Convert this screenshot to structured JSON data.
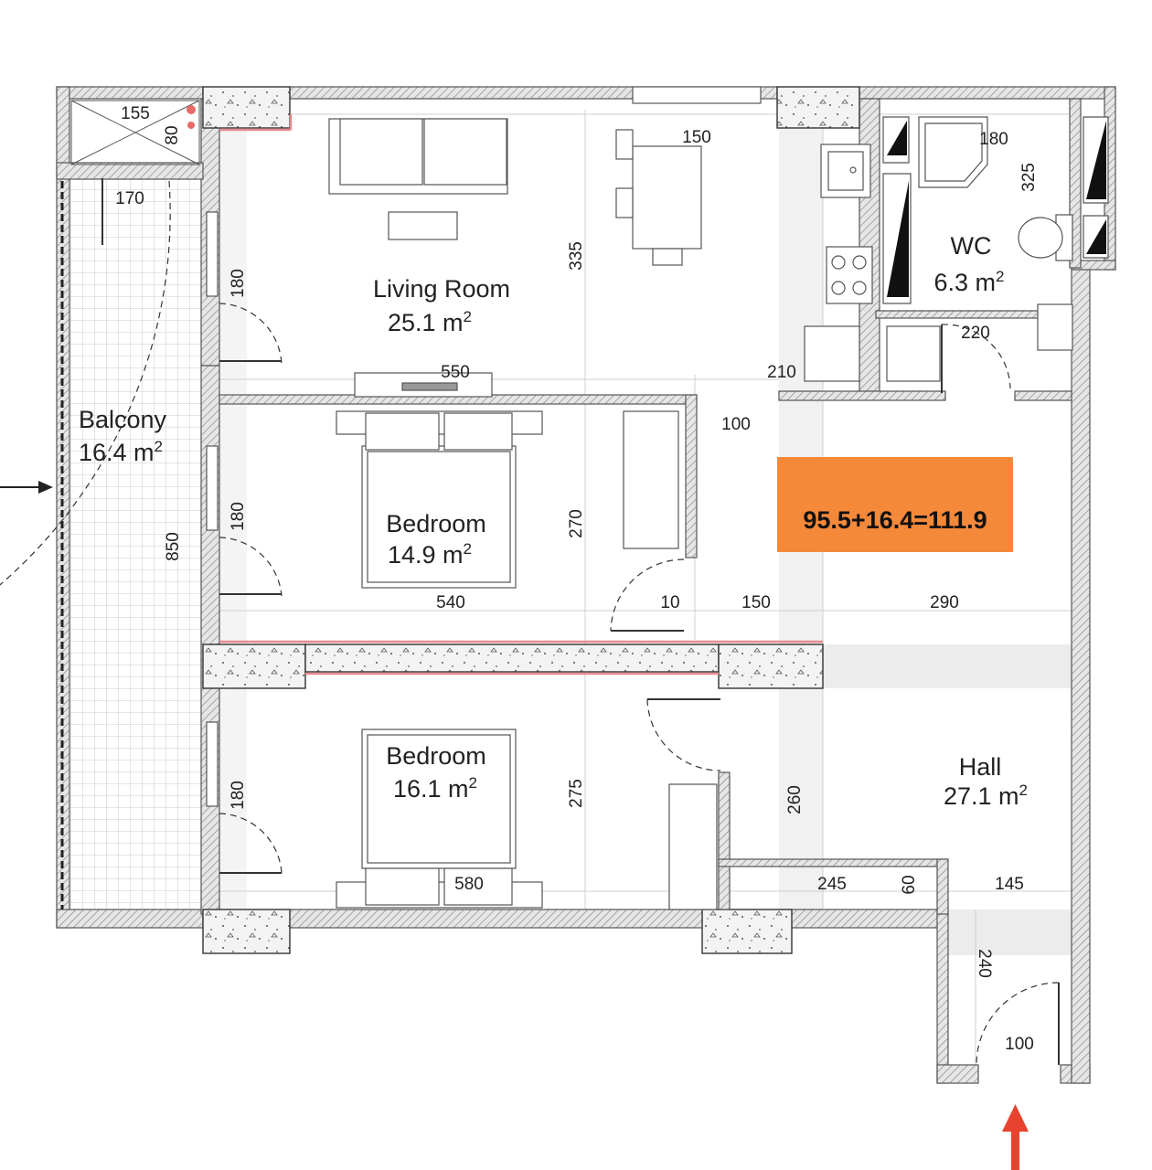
{
  "colors": {
    "wall_fill": "#d8d8d8",
    "wall_line": "#555555",
    "grid_line": "#bdbdbd",
    "balcony_tile": "#9a9a9a",
    "highlight_box": "#f5893a",
    "arrow_red": "#e8432e",
    "pink_line": "#e88a8a",
    "text": "#222222"
  },
  "rooms": {
    "living_room": {
      "name": "Living Room",
      "area_value": "25.1 m",
      "unit_sup": "2"
    },
    "bedroom_1": {
      "name": "Bedroom",
      "area_value": "14.9 m",
      "unit_sup": "2"
    },
    "bedroom_2": {
      "name": "Bedroom",
      "area_value": "16.1 m",
      "unit_sup": "2"
    },
    "balcony": {
      "name": "Balcony",
      "area_value": "16.4 m",
      "unit_sup": "2"
    },
    "wc": {
      "name": "WC",
      "area_value": "6.3 m",
      "unit_sup": "2"
    },
    "hall": {
      "name": "Hall",
      "area_value": "27.1 m",
      "unit_sup": "2"
    }
  },
  "total_area_box": {
    "text": "95.5+16.4=111.9"
  },
  "dimensions": {
    "d155": "155",
    "d80": "80",
    "d170": "170",
    "d150_top": "150",
    "d180_wc": "180",
    "d325": "325",
    "d335": "335",
    "d180_lr": "180",
    "d220": "220",
    "d550": "550",
    "d210": "210",
    "d100_mid": "100",
    "d850": "850",
    "d180_b1": "180",
    "d270": "270",
    "d540": "540",
    "d10": "10",
    "d150_mid": "150",
    "d290": "290",
    "d180_b2": "180",
    "d275": "275",
    "d260": "260",
    "d580": "580",
    "d245": "245",
    "d60": "60",
    "d145": "145",
    "d240": "240",
    "d100_entry": "100"
  },
  "icons": {
    "entry_arrow_bottom": "arrow-up-icon",
    "entry_arrow_left": "arrow-right-icon"
  }
}
